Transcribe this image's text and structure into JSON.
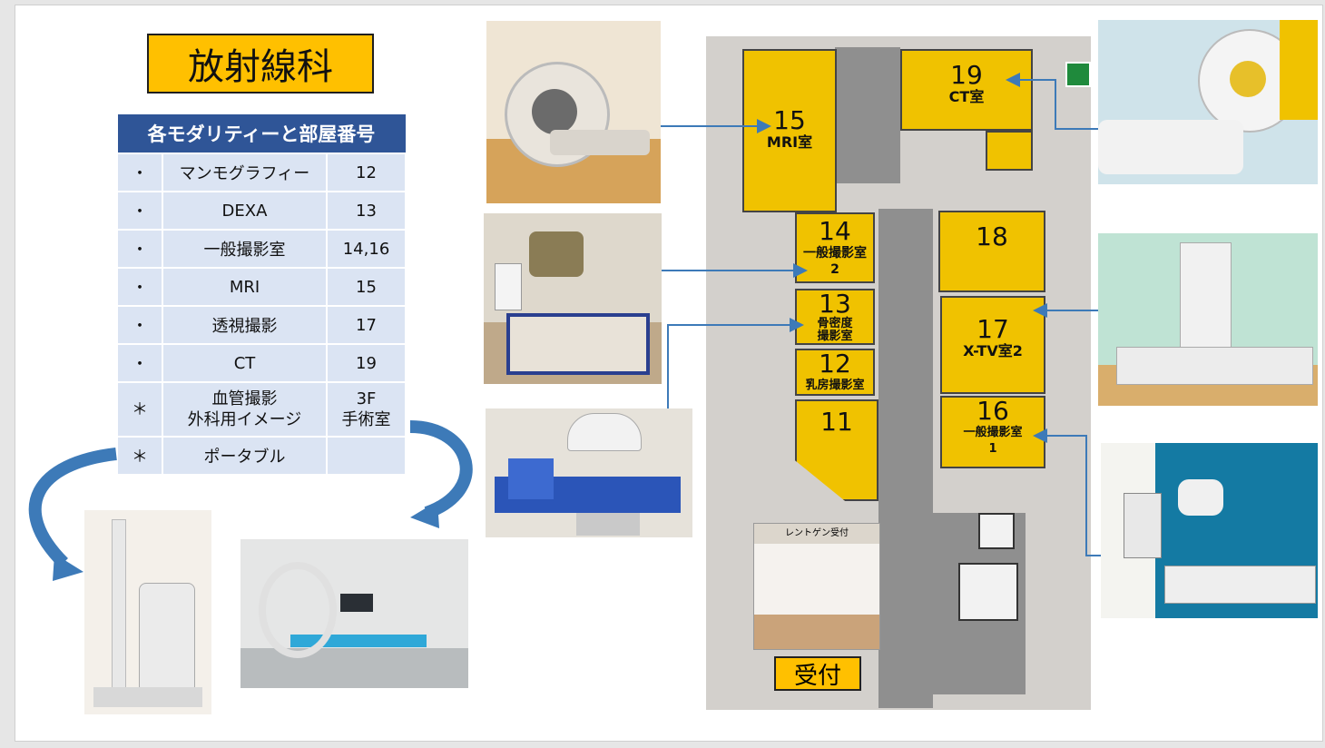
{
  "title": "放射線科",
  "table": {
    "header": "各モダリティーと部屋番号",
    "rows": [
      {
        "mark": "・",
        "name": "マンモグラフィー",
        "room": "12"
      },
      {
        "mark": "・",
        "name": "DEXA",
        "room": "13"
      },
      {
        "mark": "・",
        "name": "一般撮影室",
        "room": "14,16"
      },
      {
        "mark": "・",
        "name": "MRI",
        "room": "15"
      },
      {
        "mark": "・",
        "name": "透視撮影",
        "room": "17"
      },
      {
        "mark": "・",
        "name": "CT",
        "room": "19"
      },
      {
        "mark": "＊",
        "name_line1": "血管撮影",
        "name_line2": "外科用イメージ",
        "room_line1": "3F",
        "room_line2": "手術室"
      },
      {
        "mark": "＊",
        "name": "ポータブル",
        "room": ""
      }
    ]
  },
  "floor_plan": {
    "rooms": {
      "r15": {
        "num": "15",
        "label": "MRI室"
      },
      "r19": {
        "num": "19",
        "label": "CT室"
      },
      "r14": {
        "num": "14",
        "label": "一般撮影室",
        "sub": "2"
      },
      "r13": {
        "num": "13",
        "label1": "骨密度",
        "label2": "撮影室"
      },
      "r12": {
        "num": "12",
        "label": "乳房撮影室"
      },
      "r11": {
        "num": "11"
      },
      "r18": {
        "num": "18"
      },
      "r17": {
        "num": "17",
        "label": "X-TV室2"
      },
      "r16": {
        "num": "16",
        "label": "一般撮影室",
        "sub": "1"
      }
    },
    "reception_sign": "レントゲン受付",
    "reception_label": "受付"
  },
  "colors": {
    "room_fill": "#f0c200",
    "title_fill": "#ffc000",
    "table_header": "#2f5597",
    "table_cell": "#dbe4f3",
    "arrow": "#3d7ab8"
  }
}
